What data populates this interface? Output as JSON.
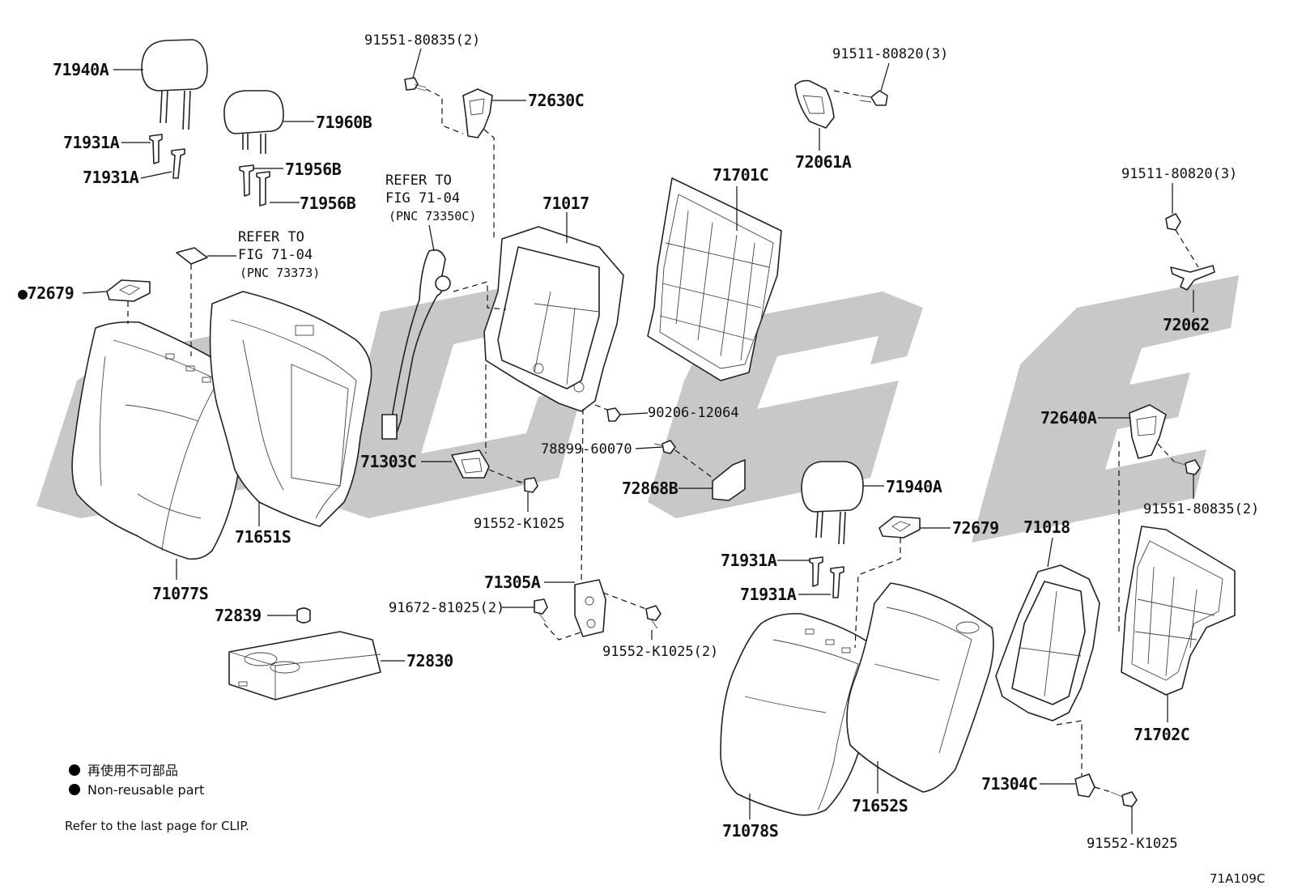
{
  "diagram": {
    "parts": {
      "p71940A_left": "71940A",
      "p71960B": "71960B",
      "p71931A_top1": "71931A",
      "p71931A_top2": "71931A",
      "p71956B_1": "71956B",
      "p71956B_2": "71956B",
      "p72679_left": "72679",
      "p71077S": "71077S",
      "p71651S": "71651S",
      "p72839": "72839",
      "p72830": "72830",
      "p91551_top": "91551-80835(2)",
      "p72630C": "72630C",
      "p71017": "71017",
      "p71303C": "71303C",
      "p91552_a": "91552-K1025",
      "p71305A": "71305A",
      "p91672": "91672-81025(2)",
      "p91552_b": "91552-K1025(2)",
      "p90206": "90206-12064",
      "p78899": "78899-60070",
      "p72868B": "72868B",
      "p71701C": "71701C",
      "p91511_top": "91511-80820(3)",
      "p72061A": "72061A",
      "p91511_right": "91511-80820(3)",
      "p72062": "72062",
      "p72640A": "72640A",
      "p91551_right": "91551-80835(2)",
      "p71940A_right": "71940A",
      "p72679_right": "72679",
      "p71931A_b1": "71931A",
      "p71931A_b2": "71931A",
      "p71018": "71018",
      "p71702C": "71702C",
      "p71078S": "71078S",
      "p71652S": "71652S",
      "p71304C": "71304C",
      "p91552_c": "91552-K1025"
    },
    "references": {
      "ref1_line1": "REFER TO",
      "ref1_line2": "FIG 71-04",
      "ref1_line3": "(PNC 73350C)",
      "ref2_line1": "REFER TO",
      "ref2_line2": "FIG 71-04",
      "ref2_line3": "(PNC 73373)"
    },
    "legend": {
      "jp": "再使用不可部品",
      "en": "Non-reusable part",
      "note": "Refer to the last page for CLIP."
    },
    "figure_code": "71A109C",
    "marker_symbol": "●"
  }
}
